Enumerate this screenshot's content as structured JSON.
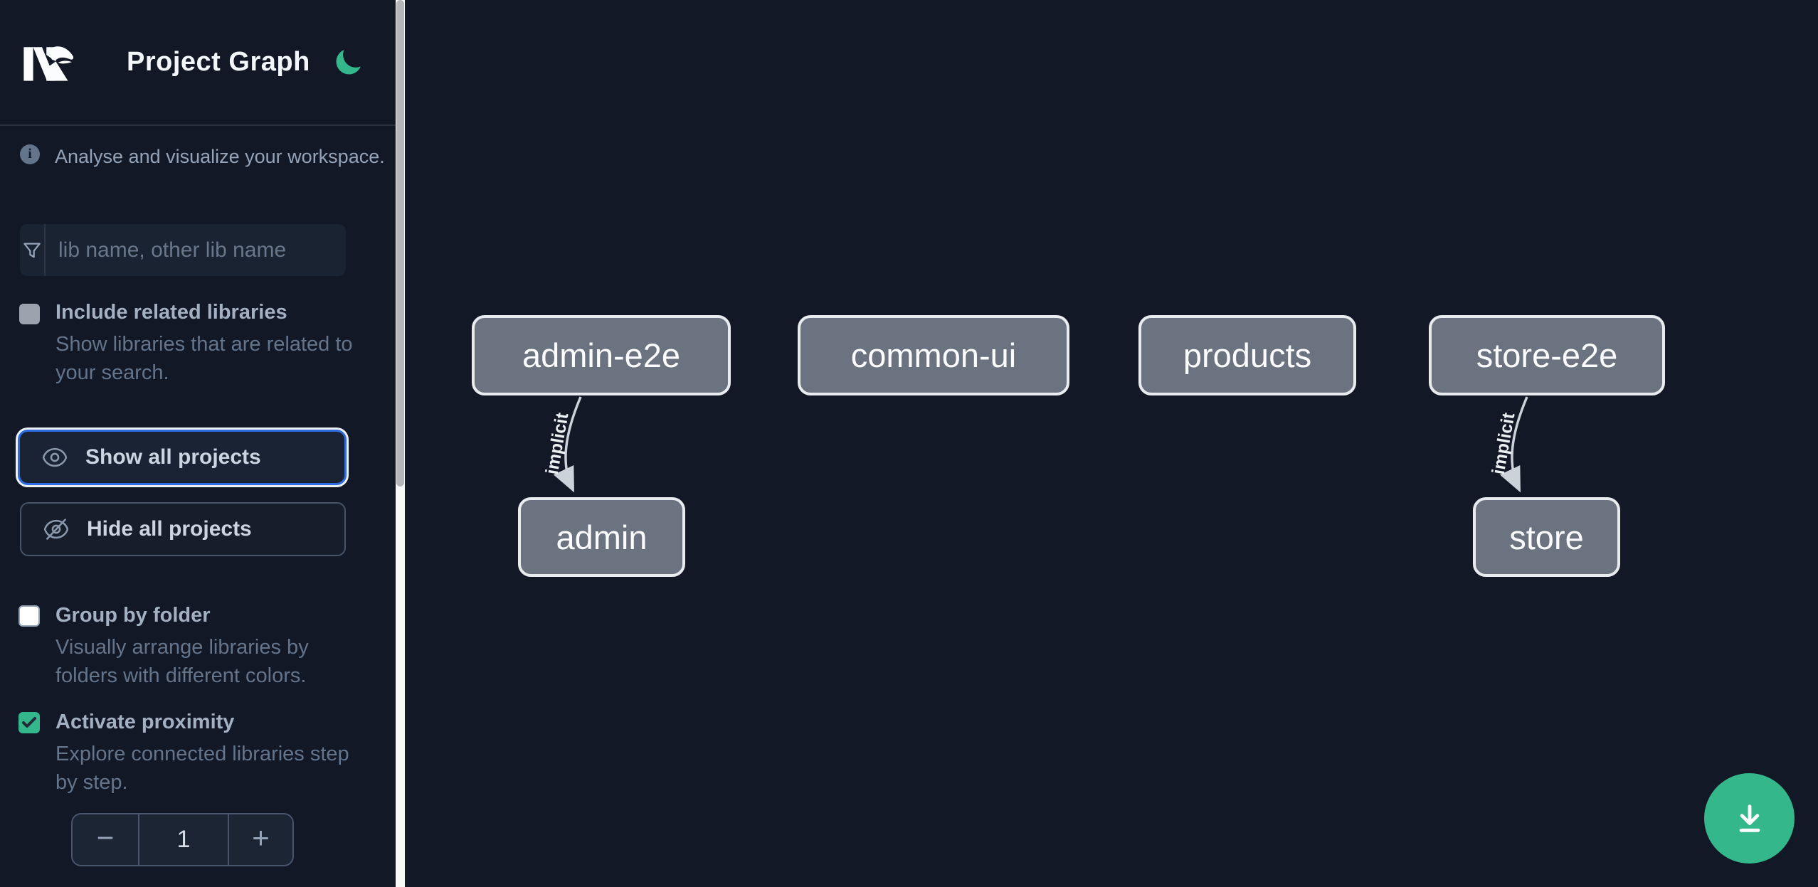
{
  "app": {
    "title": "Project Graph"
  },
  "header": {
    "logo": "nx-logo",
    "theme_toggle": "moon-icon"
  },
  "sidebar": {
    "info": {
      "text": "Analyse and visualize your workspace."
    },
    "search": {
      "placeholder": "lib name, other lib name"
    },
    "options": [
      {
        "label": "Include related libraries",
        "description": "Show libraries that are related to\nyour search.",
        "checked": false
      },
      {
        "label": "Group by folder",
        "description": "Visually arrange libraries by\nfolders with different colors.",
        "checked": false
      },
      {
        "label": "Activate proximity",
        "description": "Explore connected libraries step\nby step.",
        "checked": true
      }
    ],
    "actions": [
      {
        "label": "Show all projects",
        "icon": "eye-icon",
        "focused": true
      },
      {
        "label": "Hide all projects",
        "icon": "eye-slash-icon",
        "focused": false
      }
    ],
    "proximity_stepper": {
      "decrement_label": "−",
      "value": "1",
      "increment_label": "+"
    }
  },
  "graph": {
    "nodes": [
      {
        "label": "admin-e2e"
      },
      {
        "label": "common-ui"
      },
      {
        "label": "products"
      },
      {
        "label": "store-e2e"
      },
      {
        "label": "admin"
      },
      {
        "label": "store"
      }
    ],
    "edges": [
      {
        "from": "admin-e2e",
        "to": "admin",
        "label": "implicit"
      },
      {
        "from": "store-e2e",
        "to": "store",
        "label": "implicit"
      }
    ]
  },
  "fab": {
    "icon": "download-icon"
  },
  "colors": {
    "background": "#121826",
    "accent-green": "#34b78a",
    "focus-blue": "#2e6be0",
    "node-fill": "#6b7280",
    "node-border": "#e9ecef",
    "edge": "#ccd2d9"
  }
}
